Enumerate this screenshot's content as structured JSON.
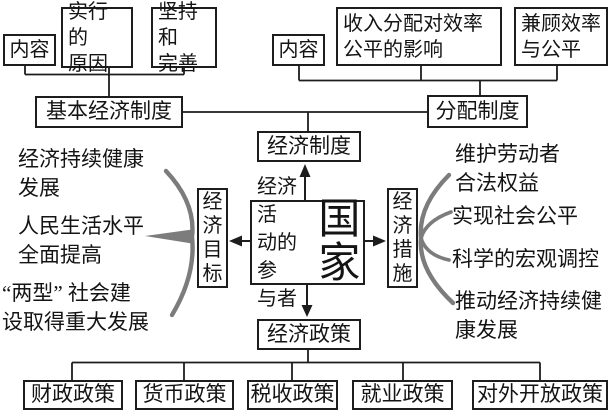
{
  "palette": {
    "ink": "#1a1a1a",
    "box_bg": "#ffffff",
    "brace": "#7c7c7c"
  },
  "basic_system_branch": {
    "leaves": [
      {
        "label": "内容"
      },
      {
        "label": "实行的\n原因"
      },
      {
        "label": "坚持和\n完善"
      }
    ],
    "parent": "基本经济制度"
  },
  "distribution_branch": {
    "leaves": [
      {
        "label": "内容"
      },
      {
        "label": "收入分配对效率\n公平的影响"
      },
      {
        "label": "兼顾效率\n与公平"
      }
    ],
    "parent": "分配制度"
  },
  "center": {
    "economic_system": "经济制度",
    "participant": "经济活\n动的参\n与者",
    "state": "国家",
    "goals": "经济目标",
    "measures": "经济措施",
    "policy": "经济政策"
  },
  "goal_items": [
    {
      "label": "经济持续健康\n发展"
    },
    {
      "label": "人民生活水平\n全面提高"
    },
    {
      "label": "“两型” 社会建\n设取得重大发展"
    }
  ],
  "measure_items": [
    {
      "label": "维护劳动者\n合法权益"
    },
    {
      "label": "实现社会公平"
    },
    {
      "label": "科学的宏观调控"
    },
    {
      "label": "推动经济持续健\n康发展"
    }
  ],
  "policy_items": [
    {
      "label": "财政政策"
    },
    {
      "label": "货币政策"
    },
    {
      "label": "税收政策"
    },
    {
      "label": "就业政策"
    },
    {
      "label": "对外开放政策"
    }
  ]
}
